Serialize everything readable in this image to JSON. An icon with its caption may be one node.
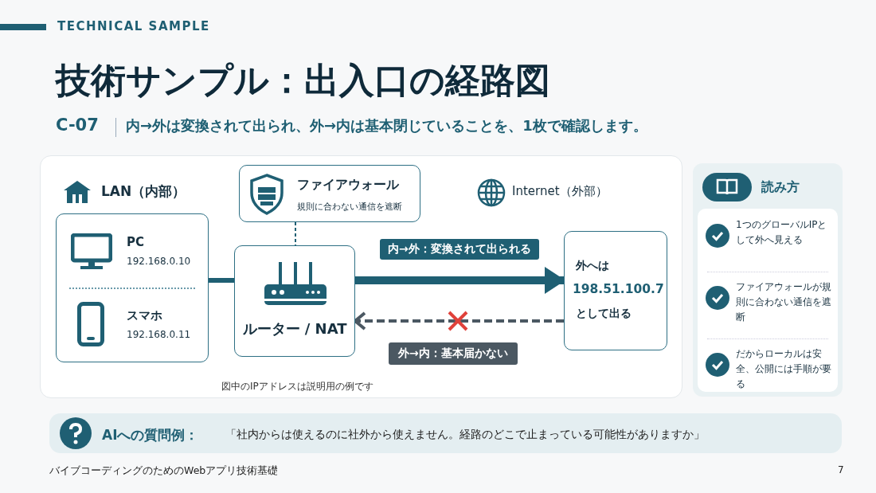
{
  "diagram": {
    "title": "技術サンプル：出入口の経路図",
    "nodes": [
      {
        "text": [
          "LAN（内部）"
        ]
      },
      {
        "text": [
          "PC",
          "192.168.0.10"
        ],
        "in": 0
      },
      {
        "text": [
          "スマホ",
          "192.168.0.11"
        ],
        "in": 0
      },
      {
        "text": [
          "ファイアウォール",
          "規則に合わない通信を遮断"
        ]
      },
      {
        "text": [
          "ルーター / NAT"
        ]
      },
      {
        "text": [
          "Internet（外部）",
          "外へは",
          "198.51.100.7",
          "として出る"
        ]
      },
      {
        "text": [
          "読み方"
        ]
      },
      {
        "text": [
          "1つのグローバルIPとして外へ見える"
        ],
        "in": 6
      },
      {
        "text": [
          "ファイアウォールが規則に合わない通信を遮断"
        ],
        "in": 6
      },
      {
        "text": [
          "だからローカルは安全、公開には手順が要る"
        ],
        "in": 6
      }
    ],
    "edges": [
      {
        "from": 0,
        "to": 4,
        "arrow": "none"
      },
      {
        "from": 3,
        "to": 4,
        "arrow": "none",
        "style": "dashed"
      },
      {
        "from": 4,
        "to": 5,
        "arrow": "to",
        "style": "thick",
        "label": "内→外：変換されて出られる"
      },
      {
        "from": 5,
        "to": 4,
        "arrow": "to",
        "style": "dashed",
        "color": "#4b5862",
        "label": "外→内：基本届かない"
      }
    ],
    "labels": [
      "TECHNICAL SAMPLE",
      "C-07",
      "内→外は変換されて出られ、外→内は基本閉じていることを、1枚で確認します。",
      "図中のIPアドレスは説明用の例です",
      "AIへの質問例：",
      "「社内からは使えるのに社外から使えません。経路のどこで止まっている可能性がありますか」",
      "バイブコーディングのためのWebアプリ技術基礎",
      "7"
    ]
  }
}
